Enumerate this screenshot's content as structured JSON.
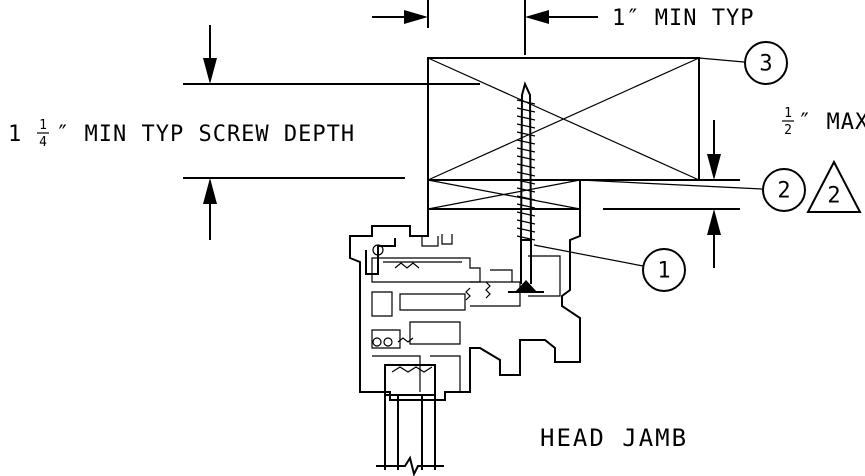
{
  "labels": {
    "min_typ": "1″ MIN TYP",
    "screw_depth_prefix": "1",
    "screw_depth_frac_num": "1",
    "screw_depth_frac_den": "4",
    "screw_depth_suffix": "″ MIN TYP SCREW DEPTH",
    "max_frac_num": "1",
    "max_frac_den": "2",
    "max_suffix": "″ MAX",
    "title": "HEAD JAMB"
  },
  "callouts": [
    {
      "id": "1",
      "shape": "circle"
    },
    {
      "id": "2",
      "shape": "circle"
    },
    {
      "id": "2",
      "shape": "triangle"
    },
    {
      "id": "3",
      "shape": "circle"
    }
  ]
}
